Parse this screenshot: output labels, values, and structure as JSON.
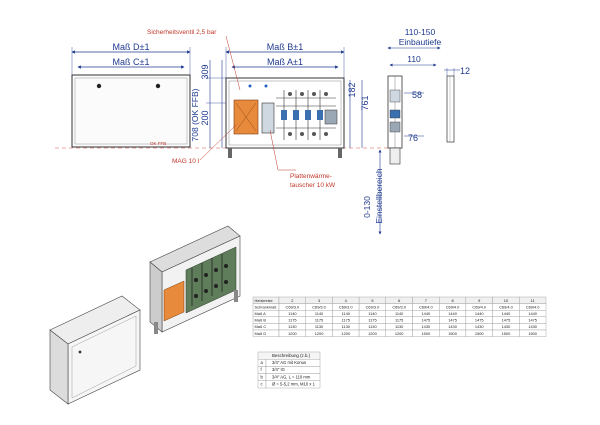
{
  "dimensions": {
    "mass_d": "Maß D±1",
    "mass_c": "Maß C±1",
    "mass_b": "Maß B±1",
    "mass_a": "Maß A±1",
    "v309": "309",
    "v200": "200",
    "v708": "708 (OK FFB)",
    "v182": "182",
    "v761": "761",
    "v58": "58",
    "v76": "76",
    "v110_150": "110-150",
    "einbautiefe": "Einbautiefe",
    "v110": "110",
    "v12": "12",
    "v0_130": "0-130",
    "einstellbereich": "Einstellbereich",
    "okffb": "OK FFB"
  },
  "labels": {
    "sicherheitsventil": "Sicherheitsventil 2,5 bar",
    "mag": "MAG 10 l",
    "platten1": "Plattenwärme-",
    "platten2": "tauscher 10 kW"
  },
  "table": {
    "headers": [
      "Heizkreise",
      "2",
      "3",
      "4",
      "5",
      "6",
      "7",
      "8",
      "9",
      "10",
      "11"
    ],
    "rows": [
      [
        "Schrankmaß",
        "C69/3.0",
        "C69/3.0",
        "C69/3.0",
        "C69/3.0",
        "C69/3.0",
        "C69/4.0",
        "C69/4.0",
        "C69/4.0",
        "C69/4.0",
        "C69/4.0"
      ],
      [
        "Maß A",
        "1140",
        "1140",
        "1140",
        "1140",
        "1140",
        "1440",
        "1440",
        "1440",
        "1440",
        "1440"
      ],
      [
        "Maß B",
        "1175",
        "1175",
        "1175",
        "1175",
        "1175",
        "1475",
        "1475",
        "1475",
        "1475",
        "1475"
      ],
      [
        "Maß C",
        "1130",
        "1130",
        "1130",
        "1130",
        "1130",
        "1430",
        "1430",
        "1430",
        "1430",
        "1430"
      ],
      [
        "Maß D",
        "1200",
        "1200",
        "1200",
        "1200",
        "1200",
        "1500",
        "1500",
        "1500",
        "1500",
        "1500"
      ]
    ]
  },
  "legend": {
    "title": "Beschreibung (z.b.)",
    "rows": [
      [
        "a",
        "3/4\" AG mit Konus"
      ],
      [
        "f",
        "3/4\" IG"
      ],
      [
        "b",
        "3/4\" AG, L = 110 mm"
      ],
      [
        "c",
        "Ø = 5-5,2 mm, M10 x 1"
      ]
    ]
  }
}
